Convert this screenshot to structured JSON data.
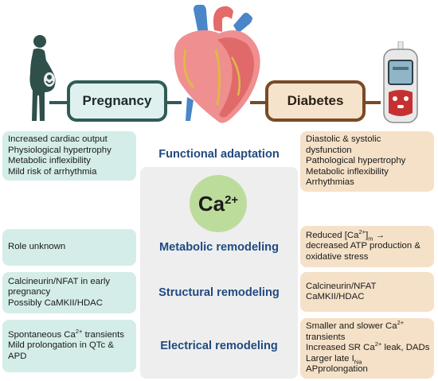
{
  "headers": {
    "pregnancy": "Pregnancy",
    "diabetes": "Diabetes"
  },
  "center": {
    "ion": "Ca",
    "charge": "2+",
    "rows": [
      "Functional adaptation",
      "Metabolic remodeling",
      "Structural remodeling",
      "Electrical remodeling"
    ]
  },
  "pregnancy": {
    "functional": [
      "Increased cardiac output",
      "Physiological hypertrophy",
      "Metabolic inflexibility",
      "Mild risk of arrhythmia"
    ],
    "metabolic": [
      "Role unknown"
    ],
    "structural": [
      "Calcineurin/NFAT in early",
      "pregnancy",
      "Possibly CaMKII/HDAC"
    ],
    "electrical": {
      "line1_pre": "Spontaneous Ca",
      "line1_sup": "2+",
      "line1_post": " transients",
      "line2": "Mild prolongation in QTc &",
      "line3": "APD"
    }
  },
  "diabetes": {
    "functional": [
      "Diastolic & systolic",
      "dysfunction",
      "Pathological hypertrophy",
      "Metabolic inflexibility",
      "Arrhythmias"
    ],
    "metabolic": {
      "line1_pre": "Reduced [Ca",
      "line1_sup": "2+",
      "line1_mid": "]",
      "line1_sub": "m",
      "line1_arrow": " →",
      "line2": "decreased ATP production &",
      "line3": "oxidative stress"
    },
    "structural": [
      "Calcineurin/NFAT",
      "CaMKII/HDAC"
    ],
    "electrical": {
      "line1_pre": "Smaller and slower Ca",
      "line1_sup": "2+",
      "line2": "transients",
      "line3_pre": "Increased SR Ca",
      "line3_sup": "2+",
      "line3_post": " leak, DADs",
      "line4_pre": "Larger late I",
      "line4_sub": "Na",
      "line5": "APprolongation"
    }
  },
  "colors": {
    "pregnancy_fill": "#d5ede8",
    "pregnancy_border": "#2f5c57",
    "diabetes_fill": "#f5e1c8",
    "diabetes_border": "#7a4a25",
    "title_blue": "#1f4a80",
    "calcium_green": "#bcdc9c"
  },
  "icons": [
    "pregnant-woman-icon",
    "heart-illustration",
    "glucose-meter-icon"
  ]
}
